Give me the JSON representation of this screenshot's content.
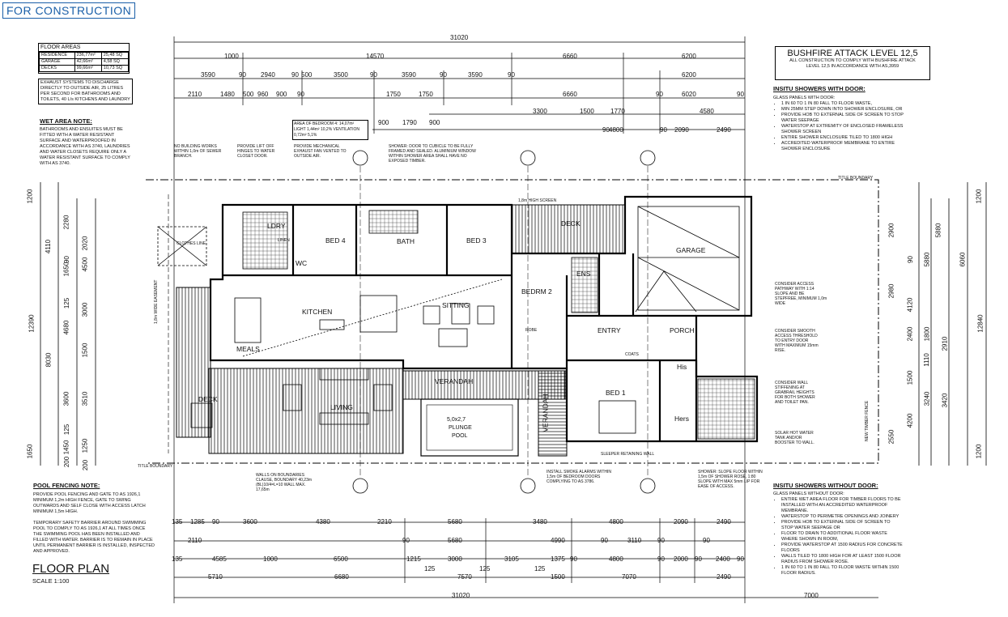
{
  "stamp": "FOR CONSTRUCTION",
  "floor_areas": {
    "title": "FLOOR AREAS",
    "rows": [
      {
        "name": "RESIDENCE",
        "m2": "236,77m²",
        "sq": "25,48 SQ"
      },
      {
        "name": "GARAGE",
        "m2": "42,66m²",
        "sq": "4,58 SQ"
      },
      {
        "name": "DECKS",
        "m2": "99,66m²",
        "sq": "10,73 SQ"
      }
    ]
  },
  "exhaust_note": "EXHAUST SYSTEMS TO DISCHARGE DIRECTLY TO OUTSIDE AIR, 25 LITRES PER SECOND FOR BATHROOMS AND TOILETS, 40 L/s KITCHENS AND LAUNDRY",
  "wet_area": {
    "title": "WET AREA NOTE:",
    "text": "BATHROOMS AND ENSUITES MUST BE FITTED WITH A WATER RESISTANT SURFACE AND WATERPROOFED IN ACCORDANCE WITH AS 3740, LAUNDRIES AND WATER CLOSETS REQUIRE ONLY A WATER RESISTANT SURFACE TO COMPLY WITH AS 3740."
  },
  "bal": {
    "title": "BUSHFIRE ATTACK LEVEL 12,5",
    "text": "ALL CONSTRUCTION TO COMPLY WITH BUSHFIRE ATTACK LEVEL 12,5 IN ACCORDANCE WITH AS,3959"
  },
  "insitu_with": {
    "title": "INSITU SHOWERS WITH DOOR:",
    "intro": "GLASS PANELS WITH DOOR:",
    "items": [
      "1 IN 60 TO 1 IN 80 FALL TO FLOOR WASTE,",
      "MIN 25MM STEP DOWN INTO SHOWER ENCLOSURE, OR",
      "PROVIDE HOB TO EXTERNAL SIDE OF SCREEN TO STOP WATER SEEPAGE",
      "WATERSTOP AT EXTREMITY OF ENCLOSED FRAMELESS SHOWER SCREEN",
      "ENTIRE SHOWER ENCLOSURE TILED TO 1800 HIGH",
      "ACCREDITED WATERPROOF MEMBRANE TO ENTIRE SHOWER ENCLOSURE"
    ]
  },
  "insitu_without": {
    "title": "INSITU SHOWERS WITHOUT DOOR:",
    "intro": "GLASS PANELS WITHOUT DOOR:",
    "items": [
      "ENTIRE WET AREA FLOOR FOR TIMBER FLOORS TO BE INSTALLED WITH AN ACCREDITED WATERPROOF MEMBRANE.",
      "WATERSTOP TO PERIMETRE OPENINGS AND JOINERY",
      "PROVIDE HOB TO EXTERNAL SIDE OF SCREEN TO STOP WATER SEEPAGE OR",
      "FLOOR TO DRAIN TO ADDITIONAL FLOOR WASTE WHERE SHOWN IN ROOM,",
      "PROVIDE WATERSTOP AT 1500 RADIUS FOR CONCRETE FLOORS",
      "WALLS TILED TO 1800 HIGH FOR AT LEAST 1500 FLOOR RADIUS FROM SHOWER ROSE.",
      "1 IN 60 TO 1 IN 80 FALL TO FLOOR WASTE WITHIN 1500 FLOOR RADIUS."
    ]
  },
  "pool": {
    "title": "POOL FENCING NOTE:",
    "p1": "PROVIDE POOL FENCING AND GATE TO AS 1926,1 MINIMUM 1,2m HIGH FENCE, GATE TO SWING OUTWARDS AND SELF CLOSE WITH ACCESS LATCH MINIMUM 1,5m HIGH.",
    "p2": "TEMPORARY SAFETY BARRIER AROUND SWIMMING POOL TO COMPLY TO AS 1926,1 AT ALL TIMES ONCE THE SWIMMING POOL HAS BEEN INSTALLED AND FILLED WITH WATER. BARRIER IS TO REMAIN IN PLACE UNTIL PERMANENT BARRIER IS INSTALLED, INSPECTED AND APPROVED."
  },
  "plan_title": "FLOOR PLAN",
  "scale": "SCALE 1:100",
  "rooms": {
    "laundry": "LDRY",
    "linen": "LINEN",
    "wc": "WC",
    "bed4": "BED 4",
    "bath": "BATH",
    "bed3": "BED 3",
    "kitchen": "KITCHEN",
    "sitting": "SITTING",
    "meals": "MEALS",
    "bedrm2": "BEDRM 2",
    "deck_top": "DECK",
    "garage": "GARAGE",
    "entry": "ENTRY",
    "porch": "PORCH",
    "ens": "ENS",
    "bed1": "BED 1",
    "his": "His",
    "hers": "Hers",
    "verandah": "VERANDAH",
    "verandah2": "VERANDAH",
    "deck_left": "DECK",
    "living": "LIVING",
    "pool": "5,0x2,7",
    "pool2": "PLUNGE",
    "pool3": "POOL",
    "robe": "ROBE",
    "coats": "COATS",
    "clothes": "CLOTHES LINE"
  },
  "notes": {
    "no_building": "NO BUILDING WORKS WITHIN 1,0m OF SEWER BRANCH.",
    "lift_off": "PROVIDE LIFT OFF HINGES TO WATER CLOSET DOOR.",
    "exhaust": "PROVIDE MECHANICAL EXHAUST FAN VENTED TO OUTSIDE AIR.",
    "shower": "SHOWER: DOOR TO CUBICLE TO BE FULLY FRAMED AND SEALED. ALUMINIUM WINDOW WITHIN SHOWER AREA SHALL HAVE NO EXPOSED TIMBER.",
    "bed4_area": "AREA OF BEDROOM 4: 14,07m²  LIGHT 1,44m²  10,2%  VENTILATION 0,72m²  5,1%",
    "access": "CONSIDER ACCESS PATHWAY WITH 1:14 SLOPE AND BE STEPFREE, MINIMUM 1,0m WIDE",
    "smooth": "CONSIDER SMOOTH ACCESS THRESHOLD TO ENTRY DOOR WITH MAXIMUM 15mm RISE.",
    "wall_stiff": "CONSIDER WALL STIFFENING AT GRABRAIL HEIGHTS FOR BOTH SHOWER AND TOILET PAN.",
    "solar": "SOLAR HOT WATER TANK AND/OR BOOSTER TO WALL.",
    "walls_boundary": "WALLS ON BOUNDARIES CLAUSE, BOUNDARY 40,23m (BL)10/4=L=10 WALL MAX. 17,65m",
    "smoke": "INSTALL SMOKE ALARMS WITHIN 1,5m OF BEDROOM DOORS COMPLYING TO AS 3786.",
    "shower2": "SHOWER: SLOPE FLOOR WITHIN 1,5m OF SHOWER ROSE, 1:80 SLOPE WITH MAX 5mm LIP FOR EASE OF ACCESS.",
    "title_boundary": "TITLE BOUNDARY",
    "title_boundary2": "TITLE BOUNDARY",
    "sleeper": "SLEEPER RETAINING WALL",
    "easement": "1,8m WIDE EASEMENT",
    "timber_fence": "NEW TIMBER FENCE",
    "high_screen": "1,8m HIGH SCREEN"
  },
  "dims": {
    "top_total": "31020",
    "top_row1": [
      "1000",
      "14570",
      "6660",
      "6200"
    ],
    "top_row2": [
      "3590",
      "90",
      "2940",
      "90",
      "500",
      "3500",
      "90",
      "3590",
      "90",
      "3590",
      "90",
      "6200"
    ],
    "top_row3": [
      "2110",
      "1480",
      "500",
      "960",
      "900",
      "90",
      "1750",
      "1750",
      "6660",
      "90",
      "6020",
      "90"
    ],
    "top_row4": [
      "3300",
      "1500",
      "1770",
      "4580"
    ],
    "top_row5": [
      "900",
      "1790",
      "900",
      "90",
      "4800",
      "90",
      "2090",
      "2490"
    ],
    "bot_row1": [
      "135",
      "1285",
      "90",
      "3600",
      "4380",
      "2210",
      "5680",
      "3480",
      "4800",
      "2090",
      "2490"
    ],
    "bot_row2": [
      "2110",
      "90",
      "5680",
      "4990",
      "90",
      "3110",
      "90",
      "90"
    ],
    "bot_row3": [
      "135",
      "4585",
      "1000",
      "6500",
      "1215",
      "3000",
      "3105",
      "1375",
      "90",
      "4800",
      "90",
      "2000",
      "90",
      "2400",
      "90"
    ],
    "bot_row3b": [
      "125",
      "125",
      "125"
    ],
    "bot_row4": [
      "5710",
      "6680",
      "7570",
      "1500",
      "7070",
      "2490"
    ],
    "bot_total": "31020",
    "bot_right": "7000",
    "left_outer": [
      "1200",
      "12390",
      "1650"
    ],
    "left_mid": [
      "4110",
      "8030"
    ],
    "left_inner": [
      "2280",
      "90",
      "1650",
      "125",
      "4680",
      "3600",
      "125",
      "1450",
      "200"
    ],
    "left_inner2": [
      "2020",
      "4500",
      "3000",
      "1500",
      "3510",
      "1250",
      "200"
    ],
    "right_outer": [
      "1200",
      "12840",
      "1200"
    ],
    "right_mid": [
      "5880",
      "4120",
      "2400",
      "90",
      "1500",
      "4200"
    ],
    "right_mid2": [
      "2900",
      "2980",
      "1800",
      "1110",
      "3240",
      "3420"
    ],
    "right_inner": [
      "5880",
      "6060",
      "2910",
      "2550"
    ]
  }
}
